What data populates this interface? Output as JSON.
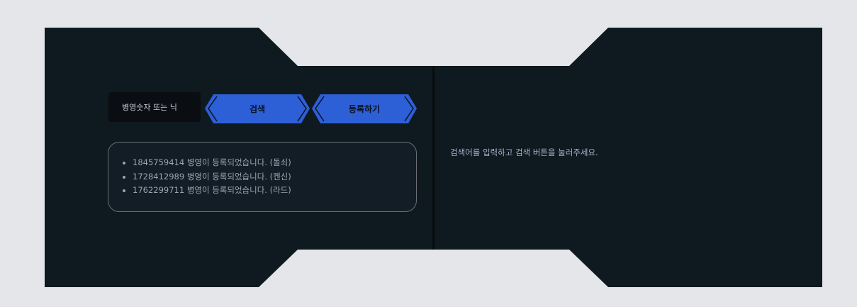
{
  "search": {
    "placeholder": "병영숫자 또는 닉",
    "value": ""
  },
  "buttons": {
    "search": "검색",
    "register": "등록하기"
  },
  "registered": [
    "1845759414 병영이 등록되었습니다. (돌쇠)",
    "1728412989 병영이 등록되었습니다. (켄신)",
    "1762299711 병영이 등록되었습니다. (라드)"
  ],
  "result": {
    "message": "검색어를 입력하고 검색 버튼을 눌러주세요."
  },
  "colors": {
    "accent": "#2d5fd6",
    "panel": "#0f1a20",
    "page": "#e5e6ea"
  }
}
